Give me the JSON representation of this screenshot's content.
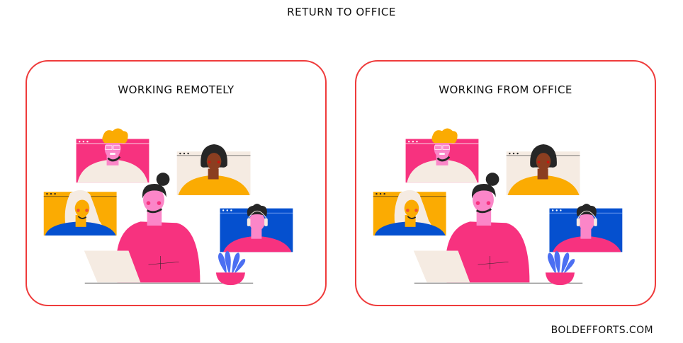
{
  "header": {
    "title": "RETURN TO OFFICE"
  },
  "panels": [
    {
      "label": "WORKING REMOTELY",
      "border_color": "#ef3b3b"
    },
    {
      "label": "WORKING FROM OFFICE",
      "border_color": "#ef3b3b"
    }
  ],
  "illustration": {
    "description": "Woman at laptop on video call with four participants in colored windows, potted plant on desk",
    "colors": {
      "pink": "#f7327f",
      "skin_pink": "#fb86c8",
      "yellow": "#fbab02",
      "blue": "#0550cf",
      "cream": "#f5ebe2",
      "dark_hair": "#262626",
      "brown_skin": "#8b3e20",
      "plant_blue": "#4b6ff2"
    }
  },
  "footer": {
    "credit": "BOLDEFFORTS.COM"
  }
}
